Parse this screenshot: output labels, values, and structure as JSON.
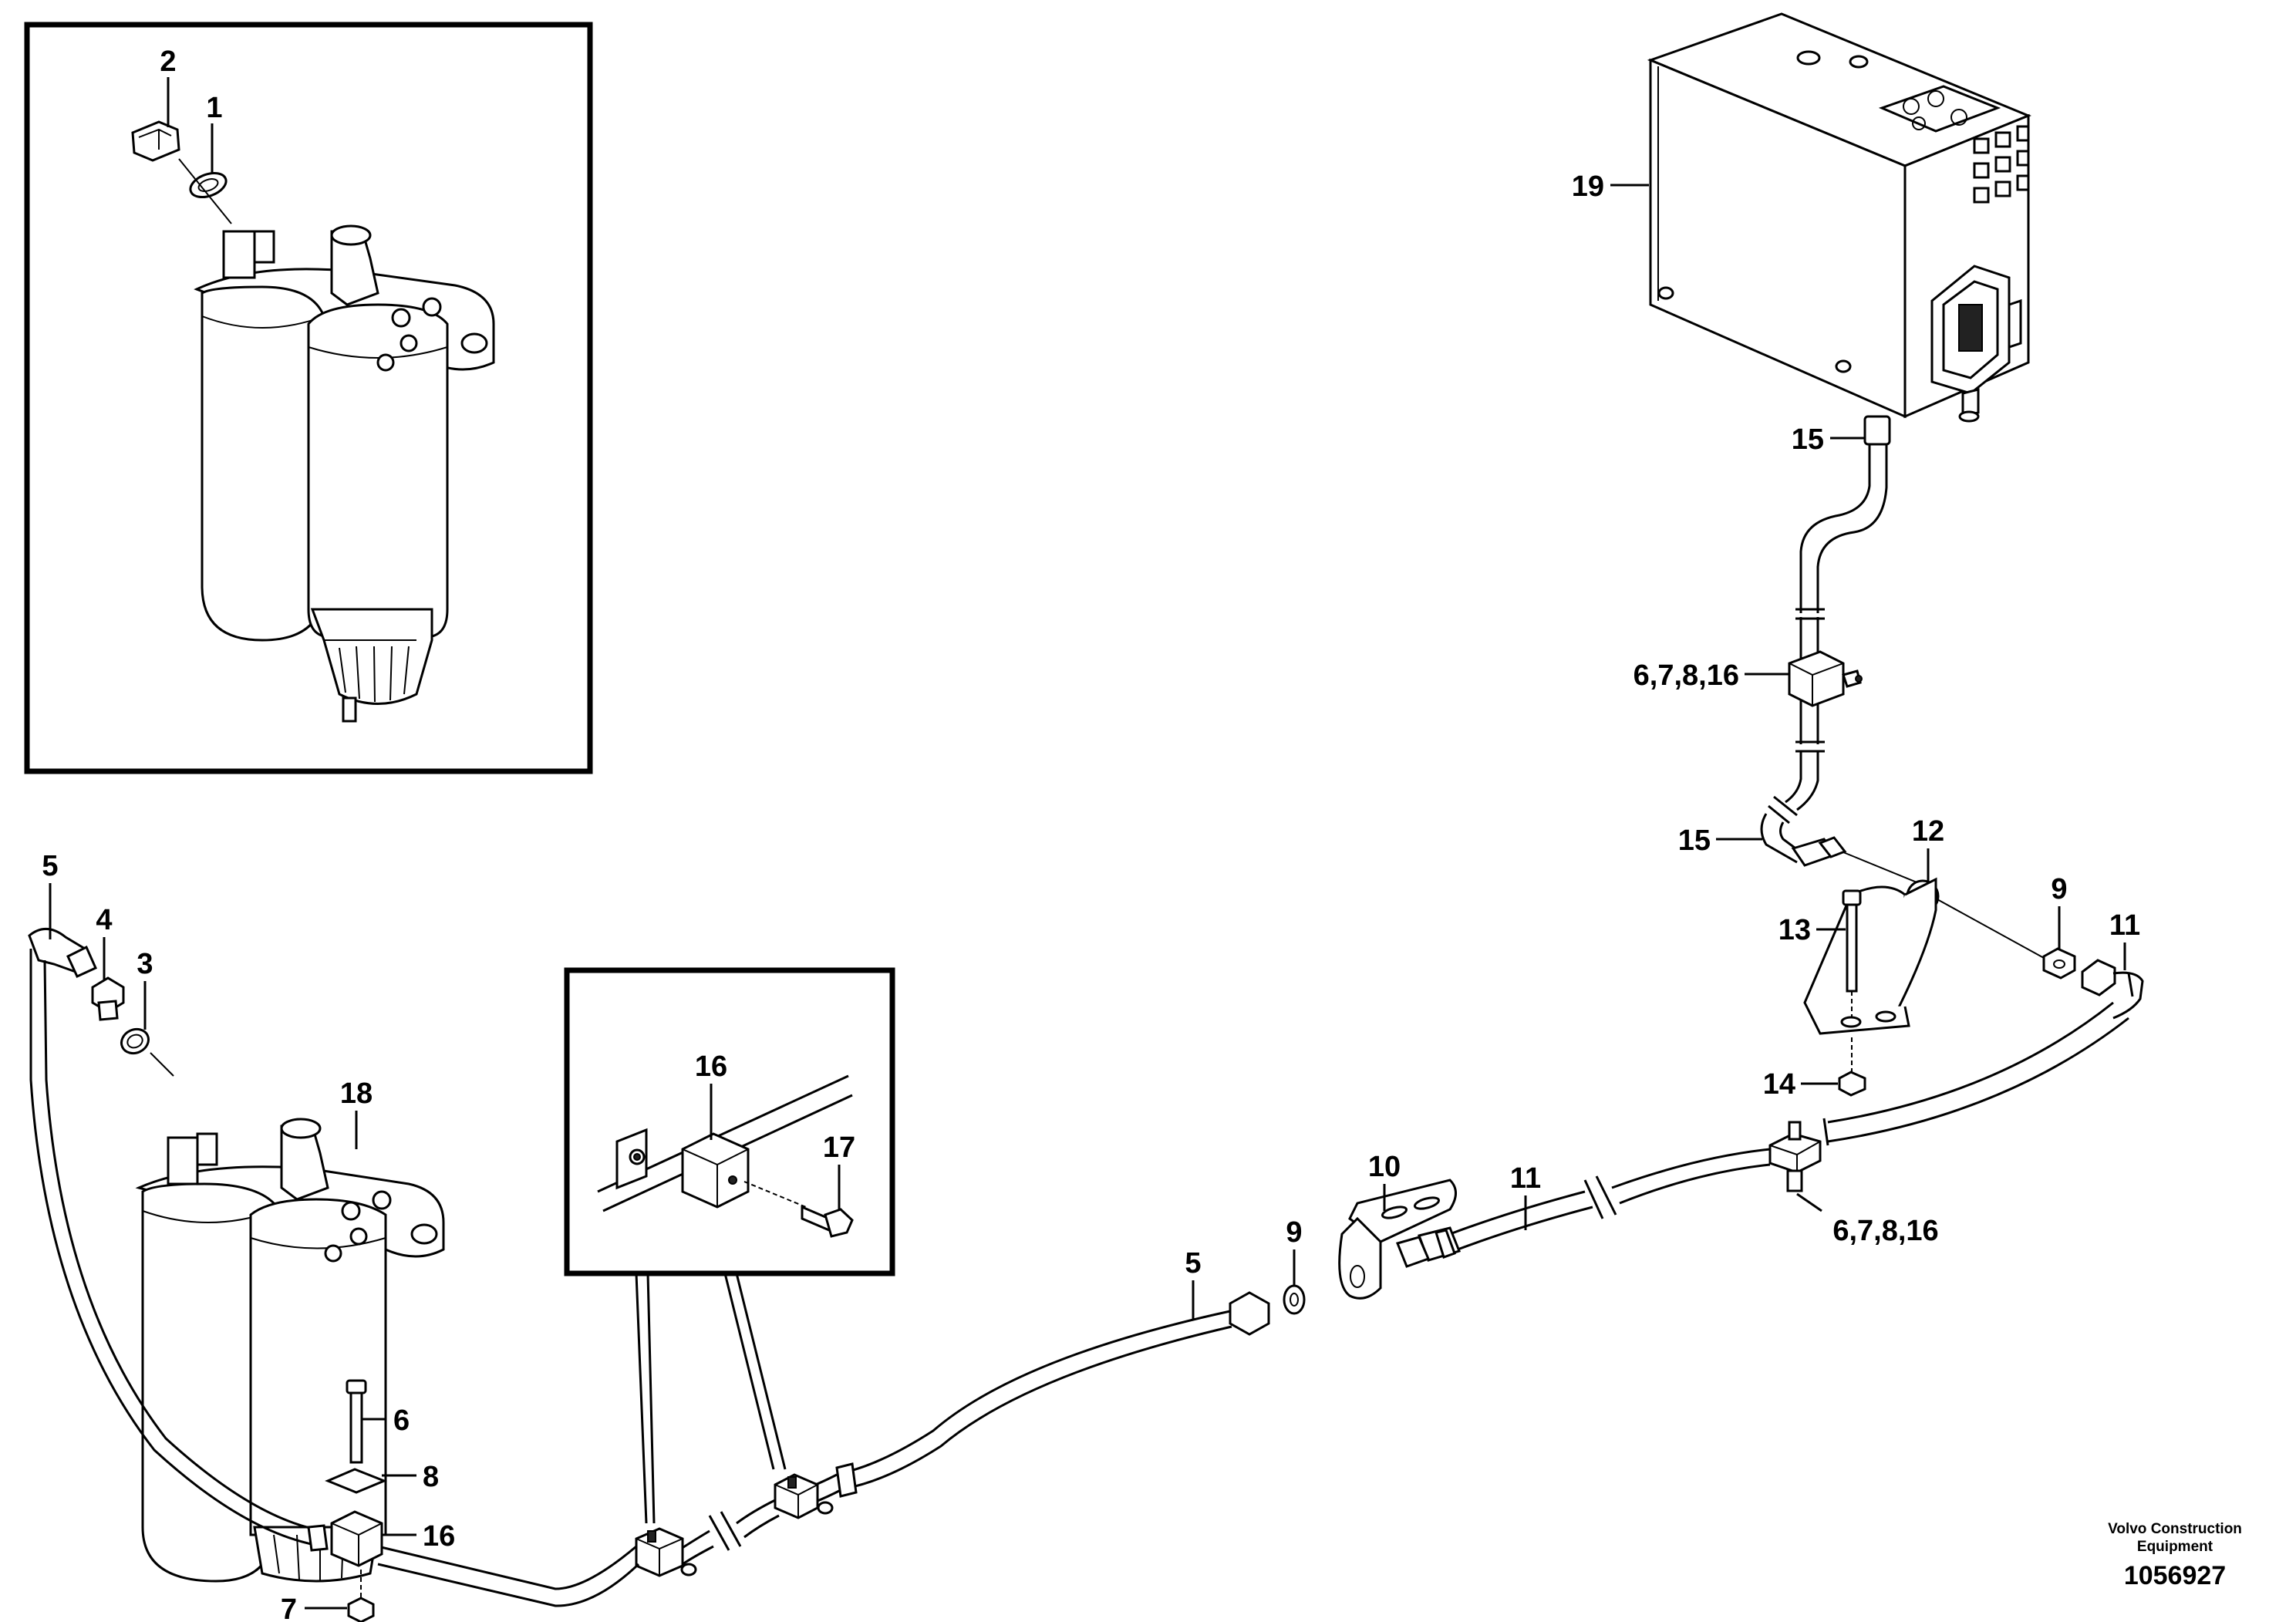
{
  "callouts": {
    "c2_top": "2",
    "c1_top": "1",
    "c19": "19",
    "c15_upper": "15",
    "c6_7_8_16_upper": "6,7,8,16",
    "c15_lower": "15",
    "c12": "12",
    "c9_right": "9",
    "c11_right": "11",
    "c13": "13",
    "c14": "14",
    "c5_left": "5",
    "c4": "4",
    "c3": "3",
    "c18": "18",
    "c16_detail": "16",
    "c17": "17",
    "c10": "10",
    "c11_mid": "11",
    "c9_mid": "9",
    "c5_mid": "5",
    "c6_7_8_16_lower": "6,7,8,16",
    "c6": "6",
    "c8": "8",
    "c16_left": "16",
    "c7": "7"
  },
  "footer": {
    "brand_line1": "Volvo Construction",
    "brand_line2": "Equipment",
    "doc_number": "1056927"
  }
}
